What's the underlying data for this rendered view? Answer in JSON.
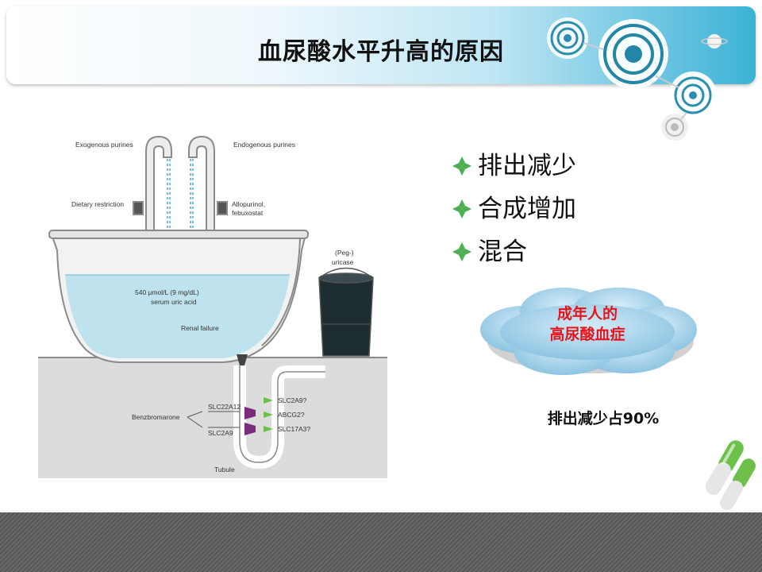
{
  "slide": {
    "title": "血尿酸水平升高的原因"
  },
  "diagram": {
    "labels": {
      "exogenous": "Exogenous purines",
      "endogenous": "Endogenous purines",
      "dietary": "Dietary restriction",
      "allopurinol_1": "Allopurinol,",
      "allopurinol_2": "febuxostat",
      "peg_1": "(Peg-)",
      "peg_2": "uricase",
      "serum_1": "540 μmol/L (9 mg/dL)",
      "serum_2": "serum uric acid",
      "renal": "Renal failure",
      "benzbromarone": "Benzbromarone",
      "slc22a12": "SLC22A12",
      "slc2a9_left": "SLC2A9",
      "slc2a9_right": "SLC2A9?",
      "abcg2": "ABCG2?",
      "slc17a3": "SLC17A3?",
      "tubule": "Tubule"
    }
  },
  "bullets": [
    {
      "text": "排出减少"
    },
    {
      "text": "合成增加"
    },
    {
      "text": "混合"
    }
  ],
  "cloud": {
    "line1": "成年人的",
    "line2": "高尿酸血症"
  },
  "summary": "排出减少占90%",
  "colors": {
    "bullet": "#4caf50",
    "cloud_text": "#e8141c",
    "banner_accent": "#3bb2d6",
    "water": "#bfe3ee"
  }
}
